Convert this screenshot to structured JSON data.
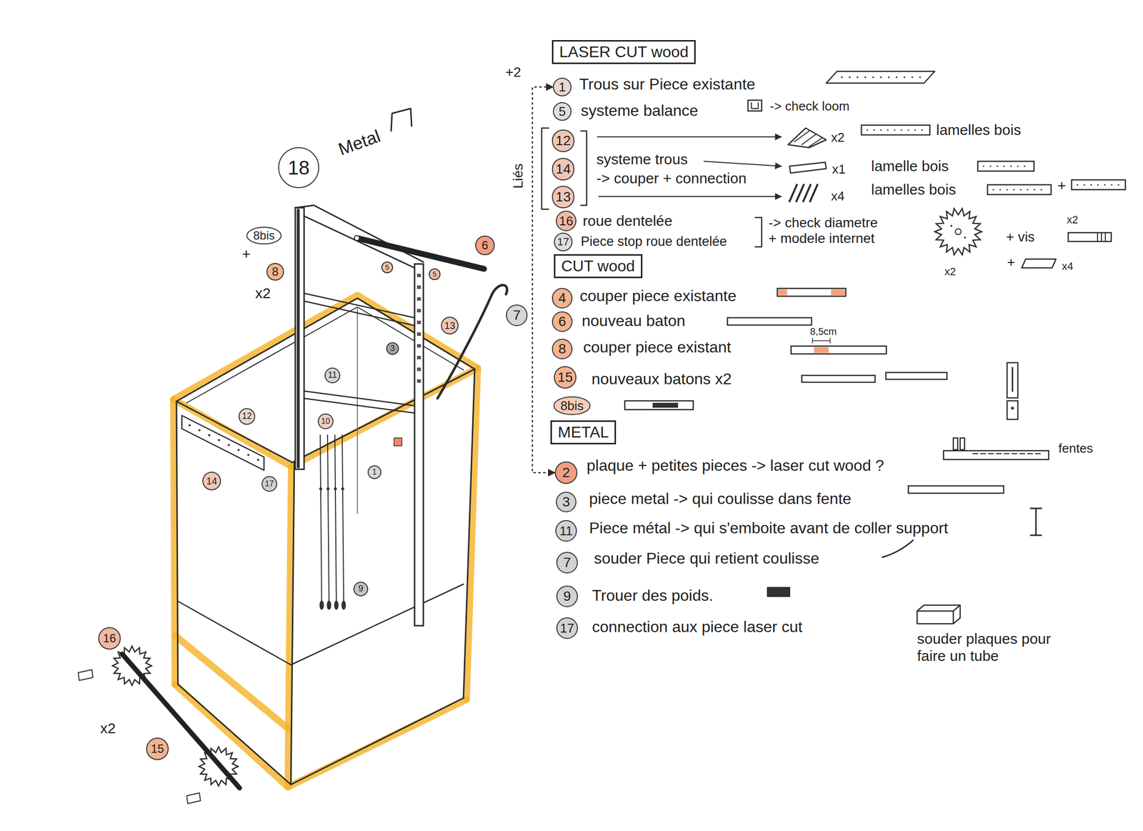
{
  "diagram": {
    "nodes": [
      {
        "text": [
          "LASER CUT wood"
        ]
      },
      {
        "text": [
          "1"
        ]
      },
      {
        "text": [
          "5"
        ]
      },
      {
        "text": [
          "12"
        ]
      },
      {
        "text": [
          "14"
        ]
      },
      {
        "text": [
          "13"
        ]
      },
      {
        "text": [
          "16"
        ]
      },
      {
        "text": [
          "17"
        ]
      },
      {
        "text": [
          "CUT wood"
        ]
      },
      {
        "text": [
          "4"
        ]
      },
      {
        "text": [
          "6"
        ]
      },
      {
        "text": [
          "8"
        ]
      },
      {
        "text": [
          "15"
        ]
      },
      {
        "text": [
          "8bis"
        ]
      },
      {
        "text": [
          "METAL"
        ]
      },
      {
        "text": [
          "2"
        ]
      },
      {
        "text": [
          "3"
        ]
      },
      {
        "text": [
          "11"
        ]
      },
      {
        "text": [
          "7"
        ]
      },
      {
        "text": [
          "9"
        ]
      },
      {
        "text": [
          "17"
        ]
      },
      {
        "text": [
          "18"
        ]
      },
      {
        "text": [
          "8bis"
        ]
      },
      {
        "text": [
          "8"
        ]
      },
      {
        "text": [
          "6"
        ]
      },
      {
        "text": [
          "5"
        ]
      },
      {
        "text": [
          "5"
        ]
      },
      {
        "text": [
          "7"
        ]
      },
      {
        "text": [
          "13"
        ]
      },
      {
        "text": [
          "3"
        ]
      },
      {
        "text": [
          "11"
        ]
      },
      {
        "text": [
          "10"
        ]
      },
      {
        "text": [
          "12"
        ]
      },
      {
        "text": [
          "14"
        ]
      },
      {
        "text": [
          "17"
        ]
      },
      {
        "text": [
          "1"
        ]
      },
      {
        "text": [
          "9"
        ]
      },
      {
        "text": [
          "16"
        ]
      },
      {
        "text": [
          "15"
        ]
      }
    ],
    "edges": [
      {
        "from": 15,
        "to": 1,
        "arrow": "both"
      }
    ],
    "labels": [
      "+2",
      "Trous sur Piece existante",
      "systeme balance",
      "-> check loom",
      "systeme trous",
      "-> couper + connection",
      "Liés",
      "x2",
      "lamelles bois",
      "x1",
      "lamelle bois",
      "x4",
      "lamelles bois",
      "+",
      "roue dentelée",
      "Piece stop roue dentelée",
      "-> check diametre + modele internet",
      "x2",
      "+ vis",
      "x2",
      "+",
      "x4",
      "couper piece existante",
      "nouveau baton",
      "couper piece existant",
      "8,5cm",
      "nouveaux batons x2",
      "plaque + petites pieces -> laser cut wood ?",
      "fentes",
      "piece metal -> qui coulisse dans fente",
      "Piece métal -> qui s'emboite avant de coller support",
      "souder Piece qui retient coulisse",
      "Trouer des poids.",
      "connection aux piece laser cut",
      "souder plaques pour faire un tube",
      "Metal",
      "+",
      "x2",
      "x2"
    ]
  }
}
